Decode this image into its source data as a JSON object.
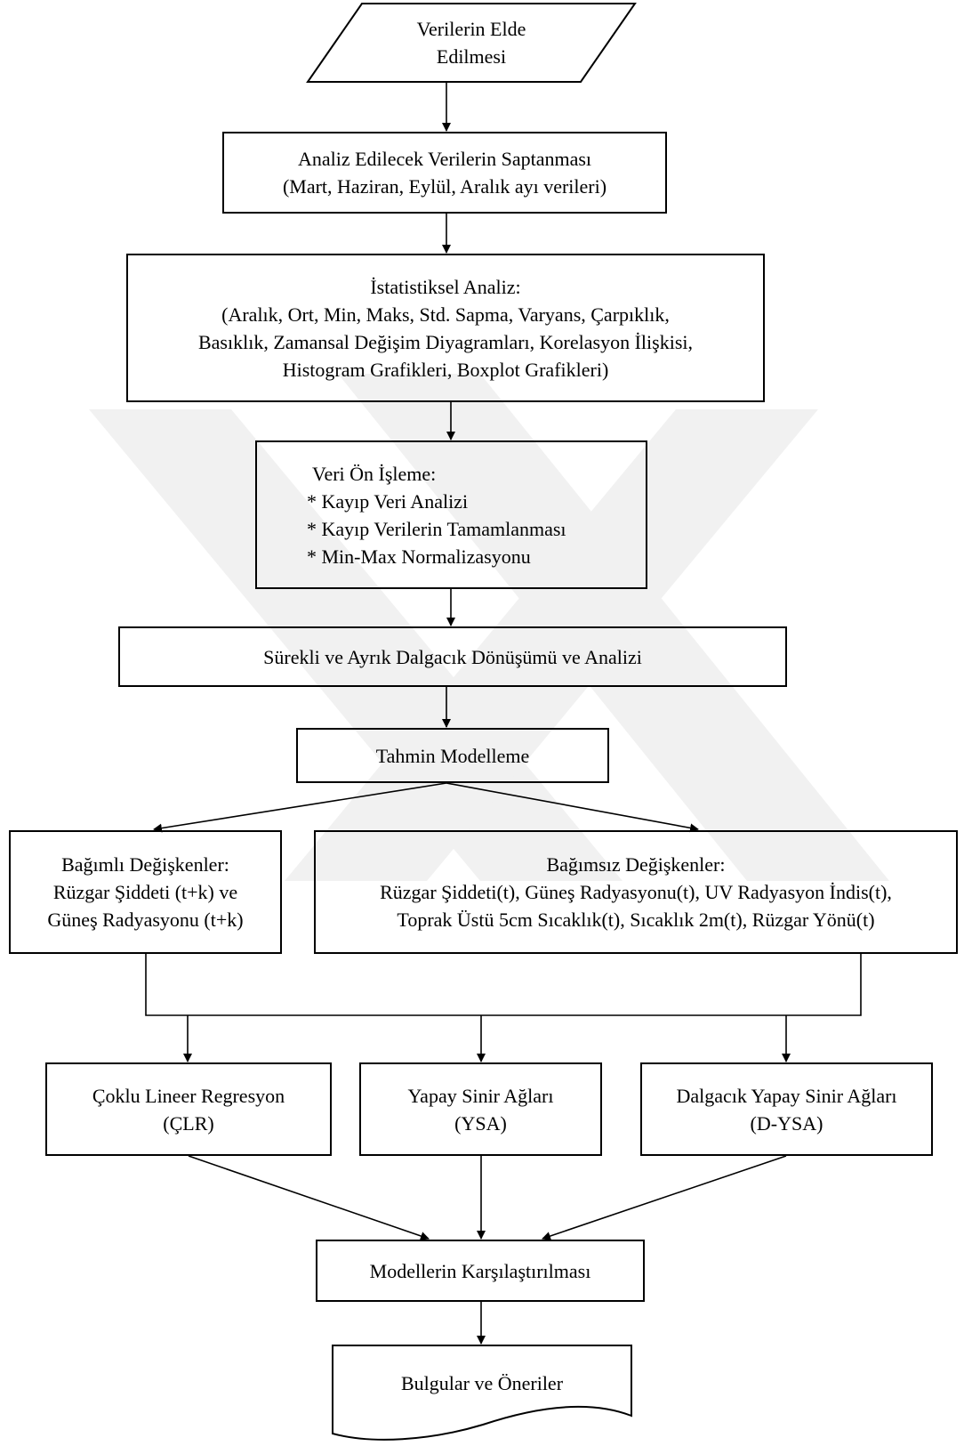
{
  "nodes": {
    "start": [
      "Verilerin Elde",
      "Edilmesi"
    ],
    "select": [
      "Analiz Edilecek Verilerin Saptanması",
      "(Mart, Haziran, Eylül, Aralık ayı verileri)"
    ],
    "stats": [
      "İstatistiksel Analiz:",
      "(Aralık, Ort, Min, Maks, Std. Sapma, Varyans, Çarpıklık,",
      "Basıklık, Zamansal Değişim Diyagramları, Korelasyon İlişkisi,",
      "Histogram Grafikleri, Boxplot Grafikleri)"
    ],
    "preproc": [
      "Veri Ön İşleme:",
      "* Kayıp Veri Analizi",
      "* Kayıp Verilerin Tamamlanması",
      "* Min-Max Normalizasyonu"
    ],
    "wavelet": [
      "Sürekli ve Ayrık Dalgacık Dönüşümü ve Analizi"
    ],
    "model": [
      "Tahmin Modelleme"
    ],
    "dependent": [
      "Bağımlı Değişkenler:",
      "Rüzgar Şiddeti (t+k) ve",
      "Güneş Radyasyonu (t+k)"
    ],
    "independent": [
      "Bağımsız Değişkenler:",
      "Rüzgar Şiddeti(t), Güneş Radyasyonu(t), UV Radyasyon İndis(t),",
      "Toprak Üstü 5cm Sıcaklık(t), Sıcaklık 2m(t), Rüzgar Yönü(t)"
    ],
    "clr": [
      "Çoklu Lineer Regresyon",
      "(ÇLR)"
    ],
    "ysa": [
      "Yapay Sinir Ağları",
      "(YSA)"
    ],
    "dysa": [
      "Dalgacık Yapay Sinir Ağları",
      "(D-YSA)"
    ],
    "compare": [
      "Modellerin Karşılaştırılması"
    ],
    "end": [
      "Bulgular ve Öneriler"
    ]
  },
  "style": {
    "line_color": "#000000",
    "watermark_color": "#f1f1f1"
  }
}
